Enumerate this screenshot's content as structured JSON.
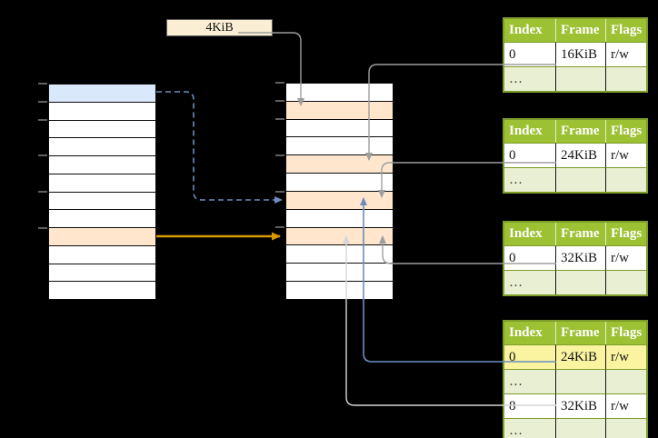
{
  "colors": {
    "row_blue": "#DAE8FC",
    "row_orange": "#FFE6CC",
    "box_cream": "#FAEFD5",
    "pt_header_bg": "#9CC132",
    "pt_alt_bg": "#E8EFD2",
    "pt_highlight_bg": "#FAF3A0",
    "pt_border": "#7E9D2A",
    "arrow_gray": "#9E9E9E",
    "arrow_light": "#D6D6D6",
    "arrow_blue": "#6C8EBF",
    "arrow_orange": "#D79B00"
  },
  "size_label": {
    "text": "4KiB"
  },
  "left_table": {
    "row_count": 12,
    "blue_rows": [
      0
    ],
    "orange_rows": [
      8
    ]
  },
  "middle_table": {
    "row_count": 12,
    "blue_rows": [],
    "orange_rows": [
      1,
      4,
      6,
      8
    ]
  },
  "page_tables": {
    "headers": [
      "Index",
      "Frame",
      "Flags"
    ],
    "tables": [
      {
        "rows": [
          {
            "index": "0",
            "frame": "16KiB",
            "flags": "r/w",
            "kind": "data"
          },
          {
            "index": "…",
            "frame": "",
            "flags": "",
            "kind": "ellipsis"
          }
        ]
      },
      {
        "rows": [
          {
            "index": "0",
            "frame": "24KiB",
            "flags": "r/w",
            "kind": "data"
          },
          {
            "index": "…",
            "frame": "",
            "flags": "",
            "kind": "ellipsis"
          }
        ]
      },
      {
        "rows": [
          {
            "index": "0",
            "frame": "32KiB",
            "flags": "r/w",
            "kind": "data"
          },
          {
            "index": "…",
            "frame": "",
            "flags": "",
            "kind": "ellipsis"
          }
        ]
      },
      {
        "rows": [
          {
            "index": "0",
            "frame": "24KiB",
            "flags": "r/w",
            "kind": "highlight"
          },
          {
            "index": "…",
            "frame": "",
            "flags": "",
            "kind": "ellipsis"
          },
          {
            "index": "8",
            "frame": "32KiB",
            "flags": "r/w",
            "kind": "data"
          },
          {
            "index": "…",
            "frame": "",
            "flags": "",
            "kind": "ellipsis"
          }
        ]
      }
    ]
  }
}
